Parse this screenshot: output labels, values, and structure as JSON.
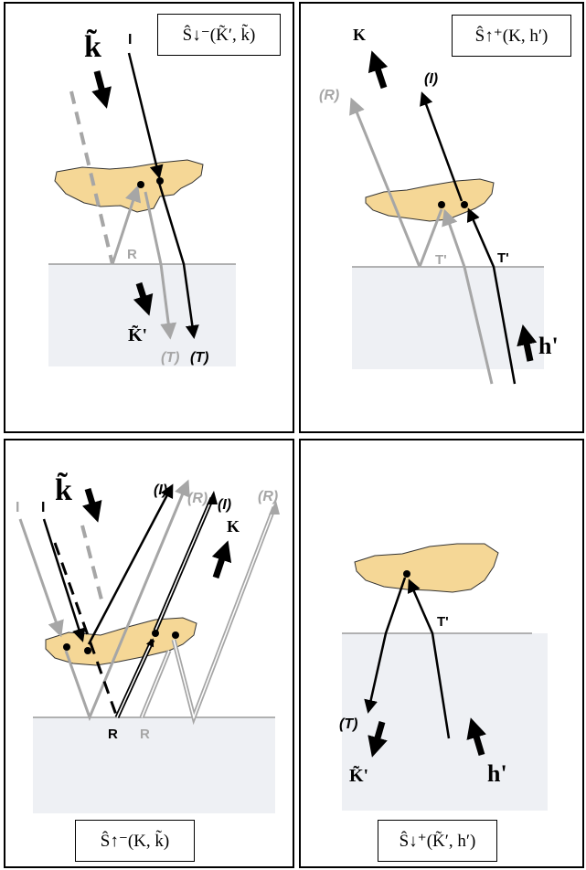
{
  "panels": {
    "top_left": {
      "formula": "Ŝ↓⁻(K̃′, k̃)",
      "labels": {
        "k_tilde": "k̃",
        "I": "I",
        "R": "R",
        "K_tilde_prime": "K̃'",
        "T_gray": "(T)",
        "T_black": "(T)"
      }
    },
    "top_right": {
      "formula": "Ŝ↑⁺(K, h′)",
      "labels": {
        "K": "K",
        "R_gray": "(R)",
        "I": "(I)",
        "T_prime_gray": "T'",
        "T_prime": "T'",
        "h_prime": "h'"
      }
    },
    "bottom_left": {
      "formula": "Ŝ↑⁻(K, k̃)",
      "labels": {
        "k_tilde": "k̃",
        "I_gray": "I",
        "I_black": "I",
        "I_out_1": "(I)",
        "R_out_gray": "(R)",
        "I_out_2": "(I)",
        "R_out_gray_2": "(R)",
        "K": "K",
        "R_black": "R",
        "R_gray": "R"
      }
    },
    "bottom_right": {
      "formula": "Ŝ↓⁺(K̃′, h′)",
      "labels": {
        "T_prime": "T'",
        "T": "(T)",
        "K_tilde_prime": "K̃'",
        "h_prime": "h'"
      }
    }
  },
  "colors": {
    "particle_fill": "#f5d796",
    "substrate_fill": "#eef0f4",
    "gray_ray": "#a6a6a6",
    "black_ray": "#000000"
  }
}
